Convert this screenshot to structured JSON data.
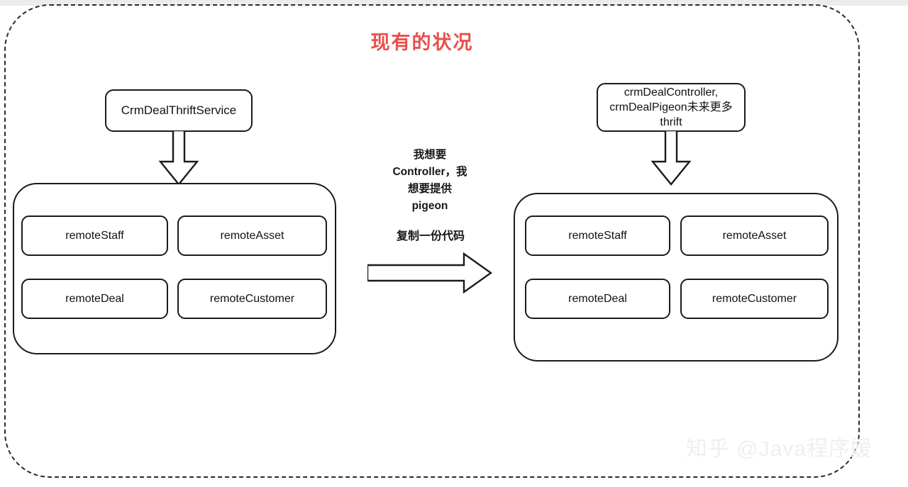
{
  "diagram": {
    "title": "现有的状况",
    "title_color": "#e8504a",
    "border_style": "dashed-rounded",
    "left": {
      "top_node": "CrmDealThriftService",
      "group_label": "",
      "services": [
        "remoteStaff",
        "remoteAsset",
        "remoteDeal",
        "remoteCustomer"
      ]
    },
    "right": {
      "top_node": "crmDealController,\ncrmDealPigeon未来更多\nthrift",
      "group_label": "",
      "services": [
        "remoteStaff",
        "remoteAsset",
        "remoteDeal",
        "remoteCustomer"
      ]
    },
    "middle": {
      "wish_text": "我想要\nController，我\n想要提供\npigeon",
      "copy_text": "复制一份代码"
    },
    "arrows": {
      "left_down": "block-arrow-down",
      "right_down": "block-arrow-down",
      "middle_right": "block-arrow-right"
    }
  },
  "watermark": {
    "text": "知乎 @Java程序媛"
  }
}
